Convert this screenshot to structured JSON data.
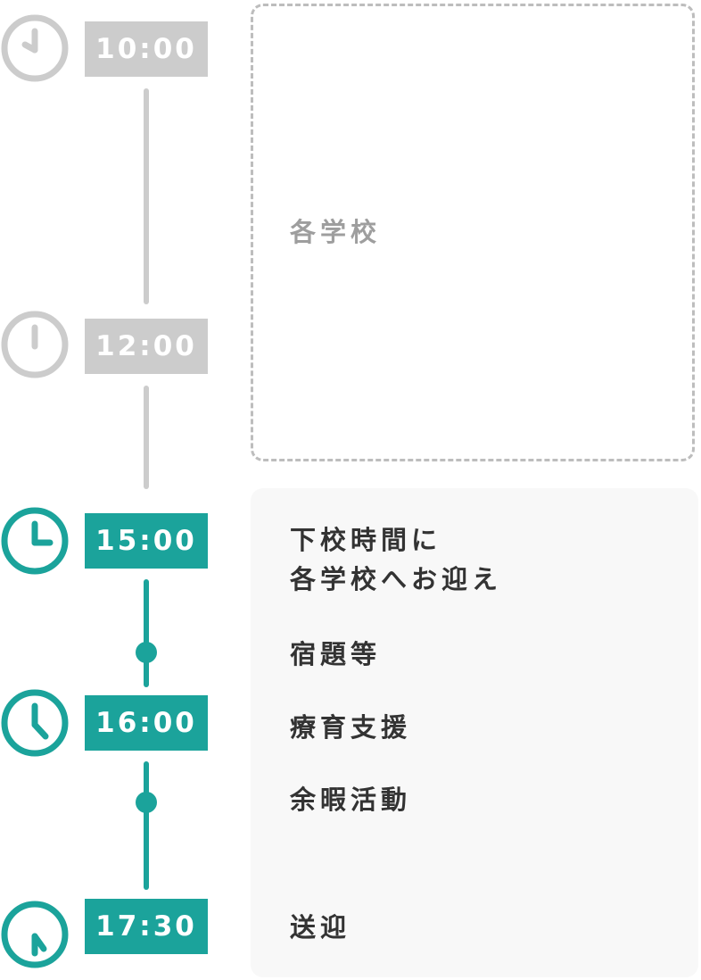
{
  "colors": {
    "teal": "#1ba39b",
    "gray": "#cccccc",
    "box_border": "#bdbdbd",
    "box_bg": "#f8f8f8",
    "text_dark": "#333333",
    "text_gray": "#9e9e9e"
  },
  "timeline": [
    {
      "time": "10:00",
      "icon": "clock-icon",
      "state": "inactive"
    },
    {
      "time": "12:00",
      "icon": "clock-icon",
      "state": "inactive"
    },
    {
      "time": "15:00",
      "icon": "clock-icon",
      "state": "active"
    },
    {
      "time": "16:00",
      "icon": "clock-icon",
      "state": "active"
    },
    {
      "time": "17:30",
      "icon": "clock-icon",
      "state": "active"
    }
  ],
  "school_box": {
    "label": "各学校"
  },
  "activities": [
    {
      "text": "下校時間に\n各学校へお迎え"
    },
    {
      "text": "宿題等"
    },
    {
      "text": "療育支援"
    },
    {
      "text": "余暇活動"
    },
    {
      "text": "送迎"
    }
  ]
}
